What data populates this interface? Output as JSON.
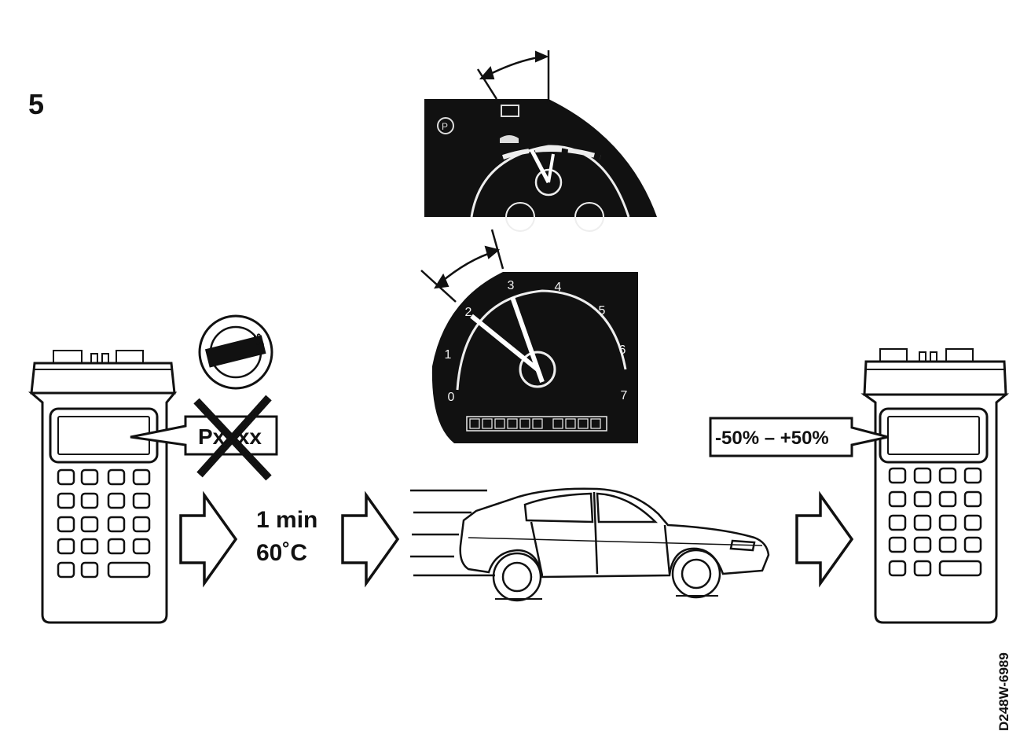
{
  "step_number": "5",
  "code_callout": {
    "text": "Pxxxx",
    "crossed_out": true
  },
  "conditions": {
    "time": "1 min",
    "temperature": "60˚C"
  },
  "range_callout": {
    "text": "-50% – +50%"
  },
  "figure_ref": "D248W-6989",
  "tachometer": {
    "tick_labels": [
      "0",
      "1",
      "2",
      "3",
      "4",
      "5",
      "6",
      "7"
    ]
  },
  "colors": {
    "ink": "#111111",
    "paper": "#ffffff"
  }
}
